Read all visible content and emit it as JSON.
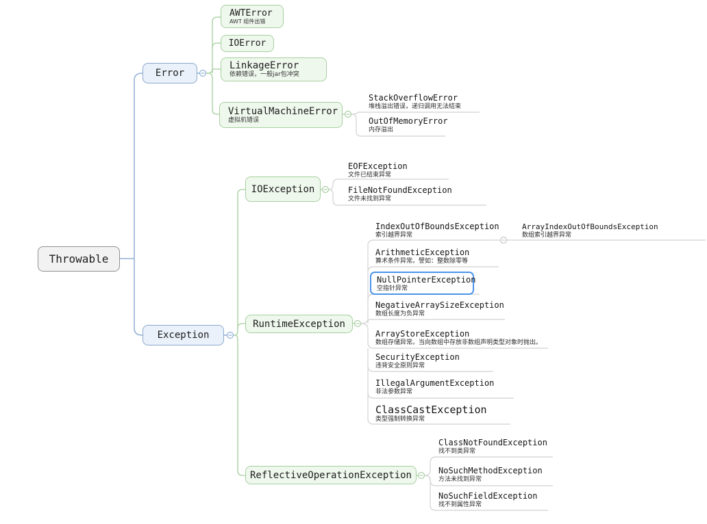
{
  "root": {
    "title": "Throwable"
  },
  "nodes": {
    "error": {
      "title": "Error"
    },
    "awterror": {
      "title": "AWTError",
      "subtitle": "AWT 组件出错"
    },
    "ioerror": {
      "title": "IOError"
    },
    "linkage": {
      "title": "LinkageError",
      "subtitle": "依赖错误，一般jar包冲突"
    },
    "vme": {
      "title": "VirtualMachineError",
      "subtitle": "虚拟机错误"
    },
    "sof": {
      "title": "StackOverflowError",
      "subtitle": "堆栈溢出错误，递归调用无法结束"
    },
    "oom": {
      "title": "OutOfMemoryError",
      "subtitle": "内存溢出"
    },
    "exception": {
      "title": "Exception"
    },
    "ioexception": {
      "title": "IOException"
    },
    "eof": {
      "title": "EOFException",
      "subtitle": "文件已结束异常"
    },
    "fnf": {
      "title": "FileNotFoundException",
      "subtitle": "文件未找到异常"
    },
    "runtime": {
      "title": "RuntimeException"
    },
    "index": {
      "title": "IndexOutOfBoundsException",
      "subtitle": "索引越界异常"
    },
    "arrayindex": {
      "title": "ArrayIndexOutOfBoundsException",
      "subtitle": "数组索引越界异常"
    },
    "arith": {
      "title": "ArithmeticException",
      "subtitle": "算术条件异常。譬如：整数除零等"
    },
    "npe": {
      "title": "NullPointerException",
      "subtitle": "空指针异常"
    },
    "negarr": {
      "title": "NegativeArraySizeException",
      "subtitle": "数组长度为负异常"
    },
    "arrstore": {
      "title": "ArrayStoreException",
      "subtitle": "数组存储异常。当向数组中存放非数组声明类型对象时抛出。"
    },
    "security": {
      "title": "SecurityException",
      "subtitle": "违背安全原则异常"
    },
    "illegal": {
      "title": "IllegalArgumentException",
      "subtitle": "非法参数异常"
    },
    "classcast": {
      "title": "ClassCastException",
      "subtitle": "类型强制转换异常"
    },
    "reflective": {
      "title": "ReflectiveOperationException"
    },
    "cnf": {
      "title": "ClassNotFoundException",
      "subtitle": "找不到类异常"
    },
    "nsm": {
      "title": "NoSuchMethodException",
      "subtitle": "方法未找到异常"
    },
    "nsf": {
      "title": "NoSuchFieldException",
      "subtitle": "找不到属性异常"
    }
  },
  "colors": {
    "blue_line": "#94b2d6",
    "green_line": "#b2d6ab",
    "leaf_line": "#d8d8d8",
    "highlight_border": "#4a94e8",
    "blue_fill": "#eaf1fa",
    "green_fill": "#eff8ed",
    "root_fill": "#f2f2f2"
  }
}
